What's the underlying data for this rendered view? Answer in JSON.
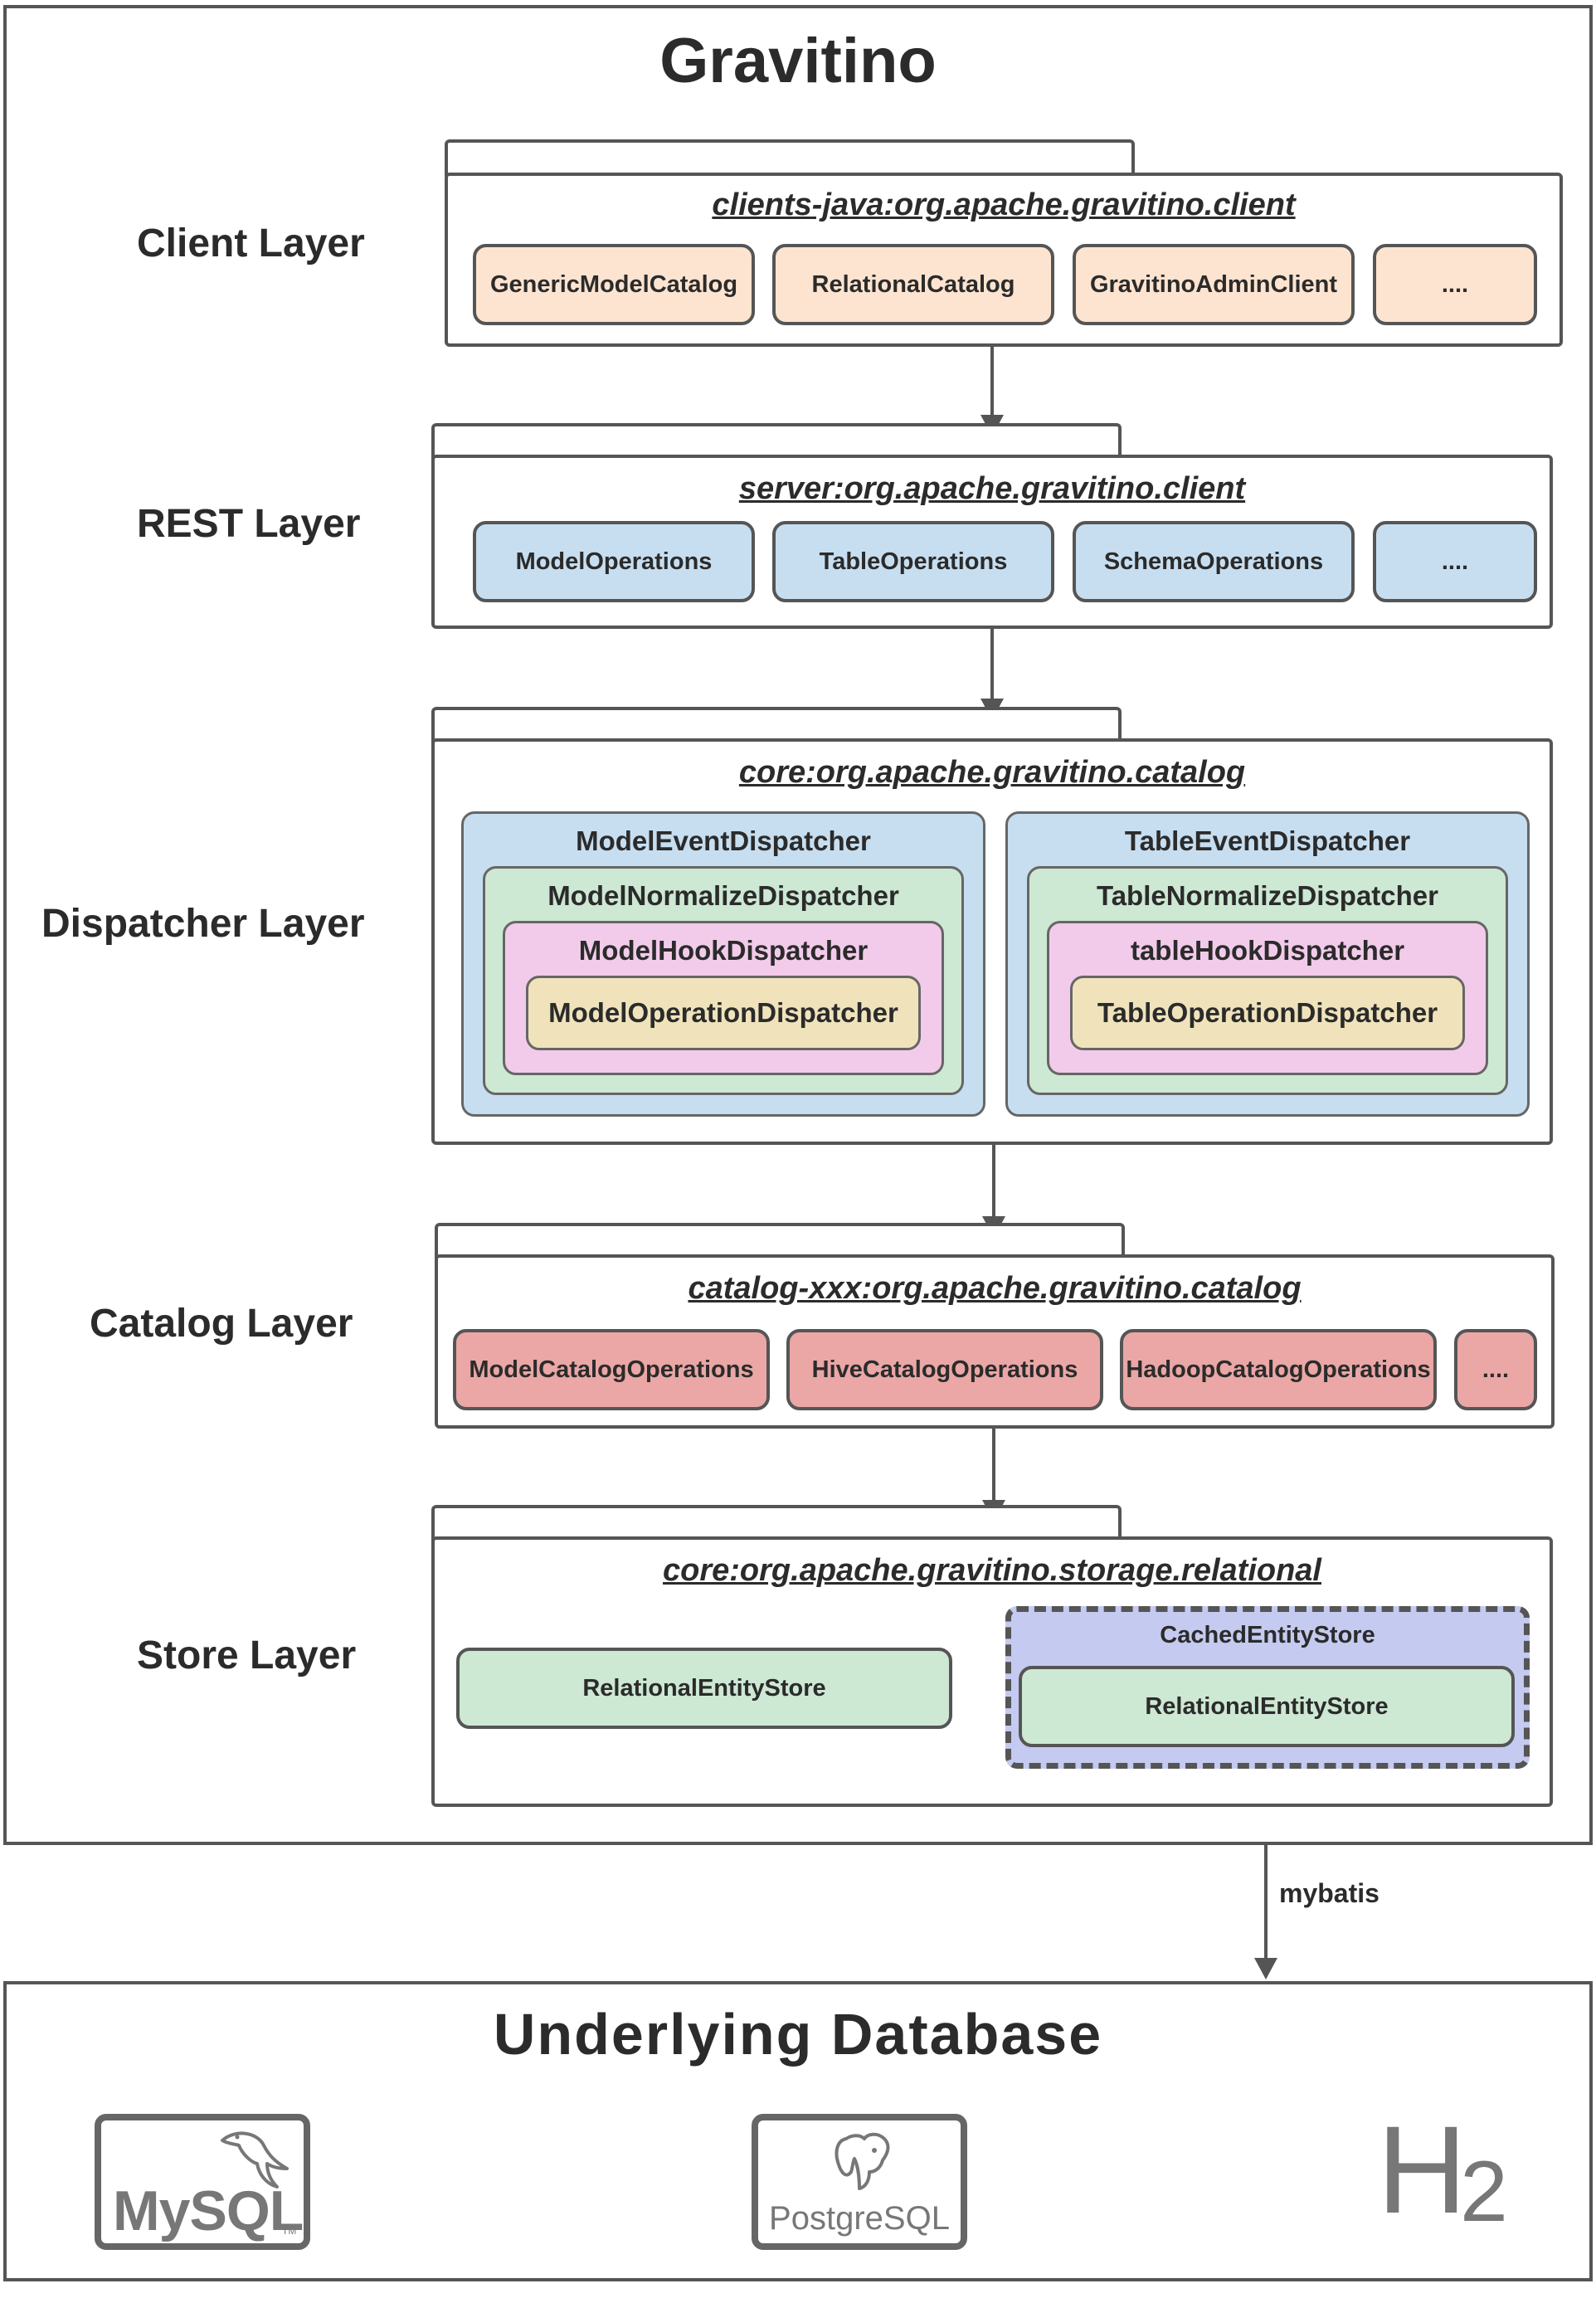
{
  "gravitino": {
    "title": "Gravitino"
  },
  "layers": {
    "client": {
      "label": "Client Layer",
      "package": "clients-java:org.apache.gravitino.client",
      "items": [
        "GenericModelCatalog",
        "RelationalCatalog",
        "GravitinoAdminClient",
        "...."
      ]
    },
    "rest": {
      "label": "REST Layer",
      "package": "server:org.apache.gravitino.client",
      "items": [
        "ModelOperations",
        "TableOperations",
        "SchemaOperations",
        "...."
      ]
    },
    "dispatcher": {
      "label": "Dispatcher Layer",
      "package": "core:org.apache.gravitino.catalog",
      "model": {
        "event": "ModelEventDispatcher",
        "normalize": "ModelNormalizeDispatcher",
        "hook": "ModelHookDispatcher",
        "operation": "ModelOperationDispatcher"
      },
      "table": {
        "event": "TableEventDispatcher",
        "normalize": "TableNormalizeDispatcher",
        "hook": "tableHookDispatcher",
        "operation": "TableOperationDispatcher"
      }
    },
    "catalog": {
      "label": "Catalog Layer",
      "package": "catalog-xxx:org.apache.gravitino.catalog",
      "items": [
        "ModelCatalogOperations",
        "HiveCatalogOperations",
        "HadoopCatalogOperations",
        "...."
      ]
    },
    "store": {
      "label": "Store Layer",
      "package": "core:org.apache.gravitino.storage.relational",
      "relational_store": "RelationalEntityStore",
      "cached_store": "CachedEntityStore",
      "cached_inner": "RelationalEntityStore"
    }
  },
  "connector": {
    "label": "mybatis"
  },
  "database": {
    "title": "Underlying Database",
    "logos": {
      "mysql": "MySQL",
      "mysql_tm": "TM",
      "postgres": "PostgreSQL",
      "h2": "H",
      "h2_sub": "2"
    }
  },
  "colors": {
    "client": "#fde4d0",
    "rest": "#c7def0",
    "event": "#c7def0",
    "normalize": "#cde8d3",
    "hook": "#f2cbea",
    "operation": "#f0e3bb",
    "catalog": "#eaa7a5",
    "store": "#cde8d3",
    "cached": "#c5caf0",
    "border": "#555555"
  },
  "icons": [
    "mysql-dolphin-icon",
    "postgresql-elephant-icon"
  ]
}
